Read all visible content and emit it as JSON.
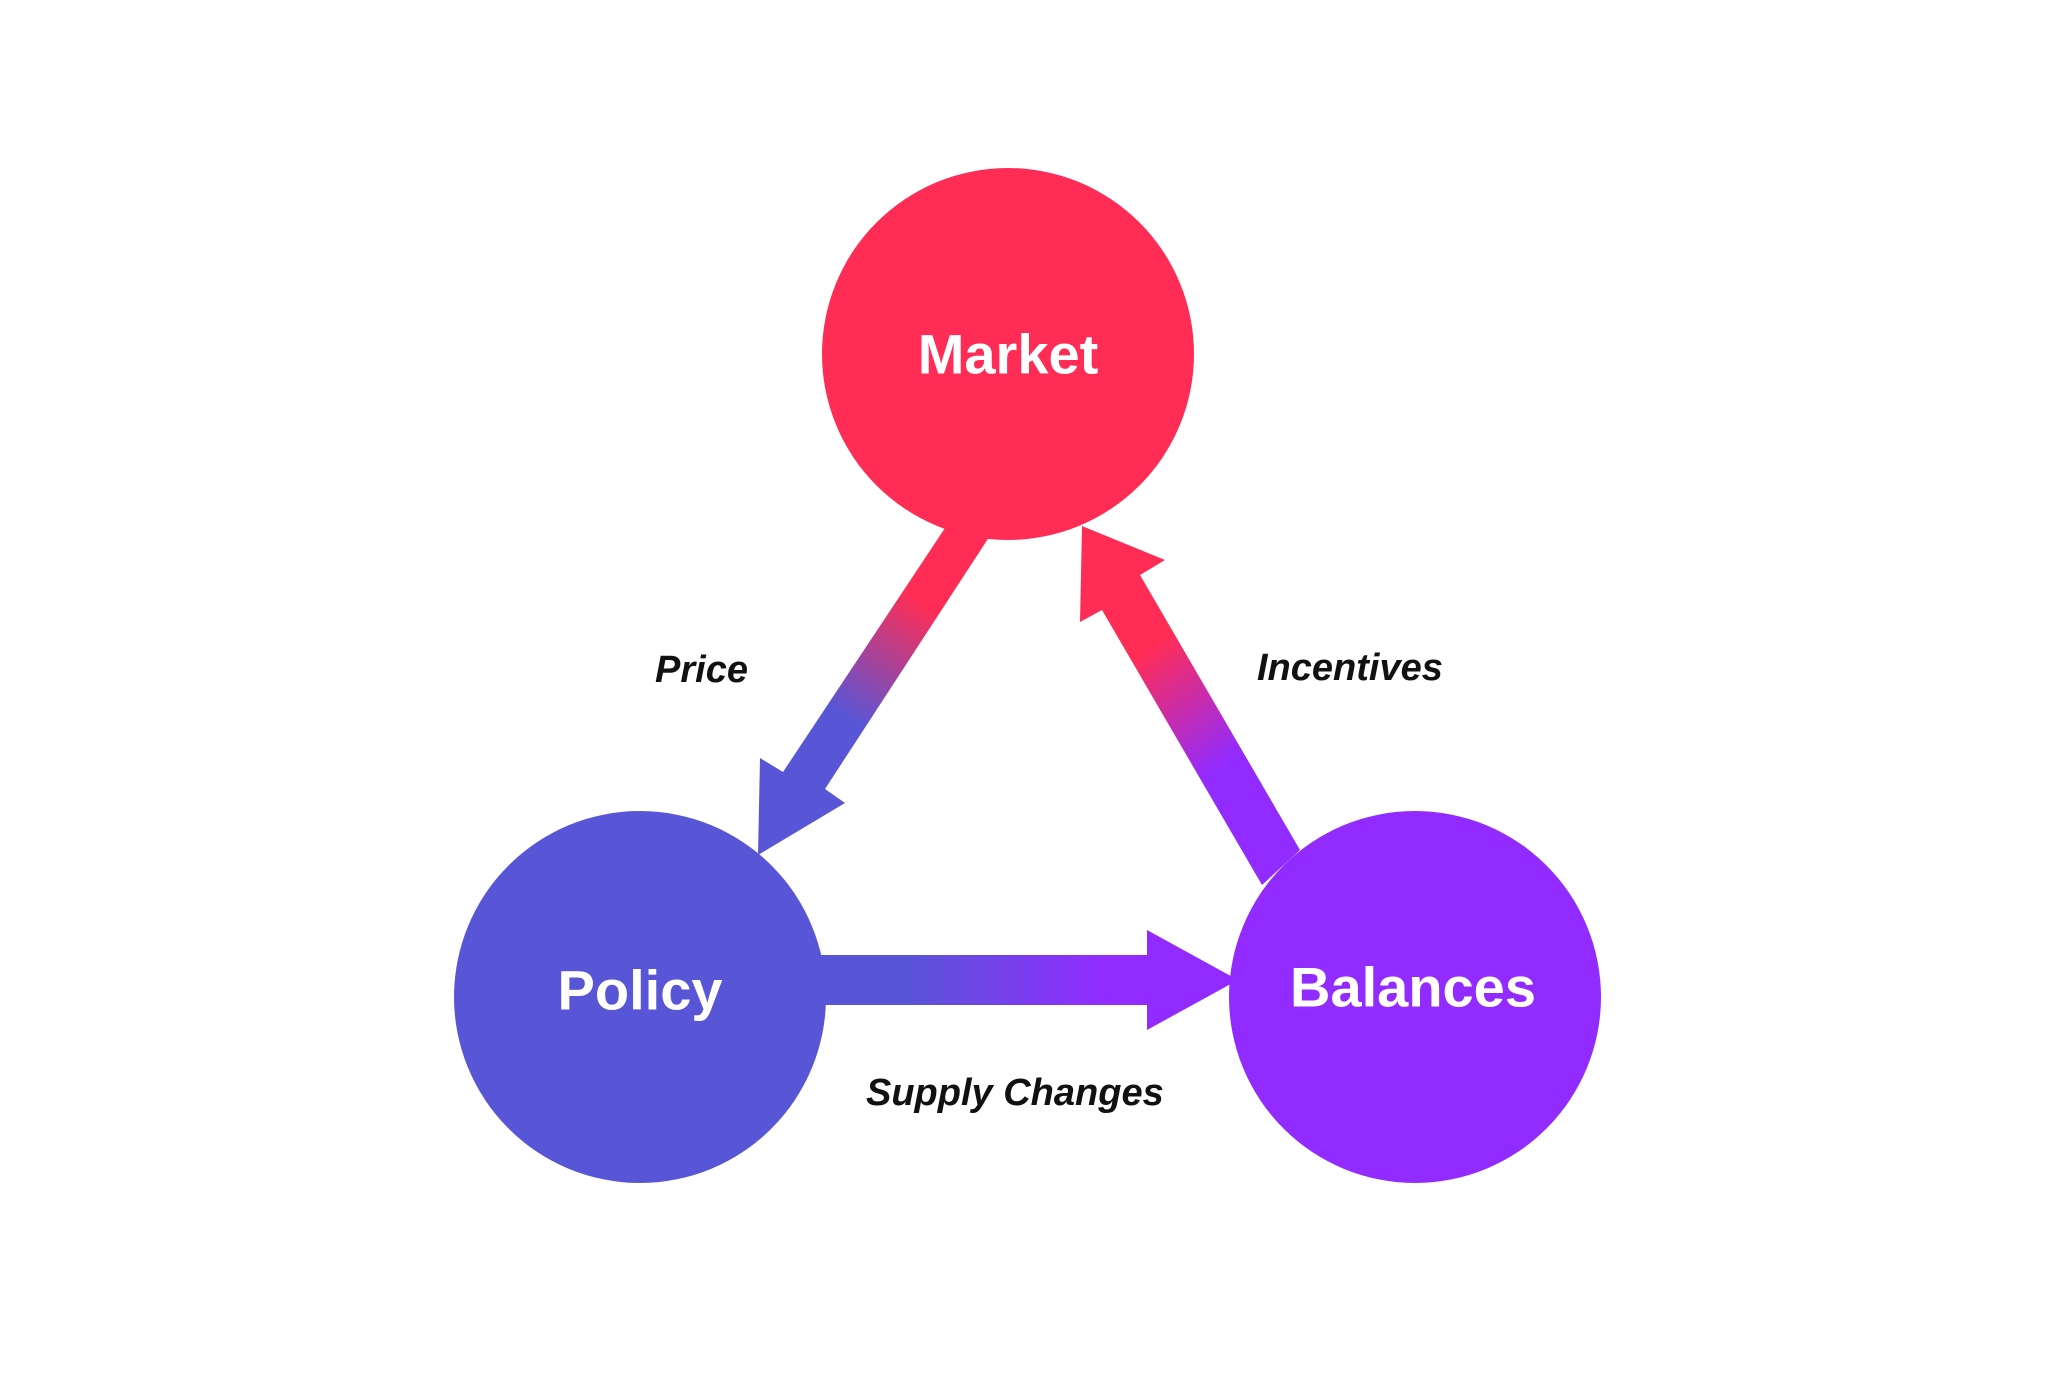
{
  "nodes": {
    "market": {
      "label": "Market",
      "color": "#FF2D55"
    },
    "policy": {
      "label": "Policy",
      "color": "#5856D6"
    },
    "balances": {
      "label": "Balances",
      "color": "#922BFF"
    }
  },
  "edges": {
    "price": {
      "label": "Price",
      "from": "Market",
      "to": "Policy"
    },
    "supply_changes": {
      "label": "Supply Changes",
      "from": "Policy",
      "to": "Balances"
    },
    "incentives": {
      "label": "Incentives",
      "from": "Balances",
      "to": "Market"
    }
  },
  "background": "#FFFFFF"
}
